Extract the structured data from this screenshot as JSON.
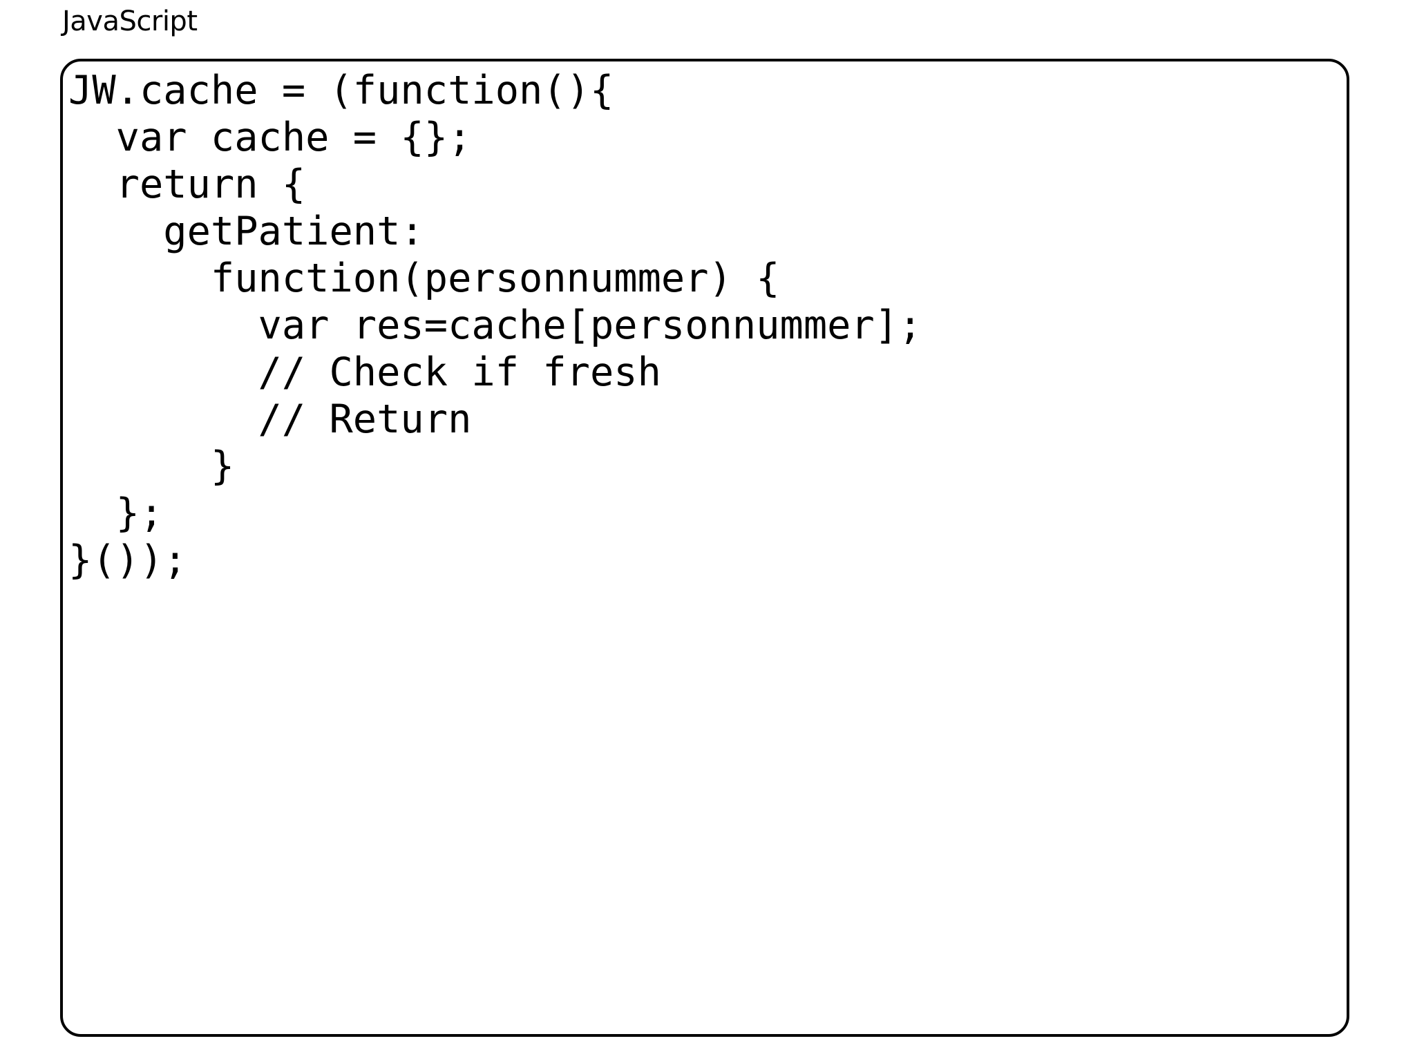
{
  "slide": {
    "background_color": "#ffffff",
    "text_color": "#000000"
  },
  "caption": {
    "language_label": "JavaScript"
  },
  "code_box": {
    "border_color": "#000000",
    "fill_color": "#ffffff",
    "language": "JavaScript",
    "lines": [
      "JW.cache = (function(){",
      "  var cache = {};",
      "  return {",
      "    getPatient:",
      "      function(personnummer) {",
      "        var res=cache[personnummer];",
      "        // Check if fresh",
      "        // Return",
      "      }",
      "  };",
      "}());",
      "",
      "",
      "",
      "",
      "",
      ""
    ]
  }
}
